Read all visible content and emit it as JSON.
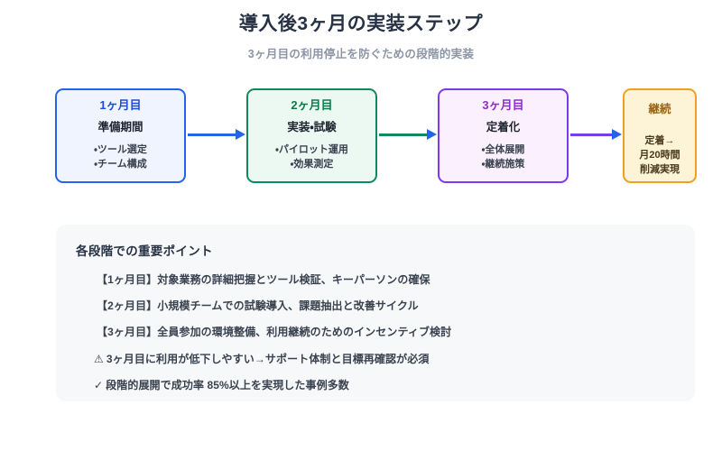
{
  "header": {
    "title": "導入後3ヶ月の実装ステップ",
    "subtitle": "3ヶ月目の利用停止を防ぐための段階的実装"
  },
  "stages": [
    {
      "id": "month-1",
      "title": "1ヶ月目",
      "subtitle": "準備期間",
      "bullets": "・ツール選定\n・チーム構成",
      "accent": "#1d4ed8",
      "border": "#2563eb",
      "fill": "#eff4fe"
    },
    {
      "id": "month-2",
      "title": "2ヶ月目",
      "subtitle": "実装・試験",
      "bullets": "・パイロット運用\n・効果測定",
      "accent": "#0b7a4f",
      "border": "#0f8a5f",
      "fill": "#ecf8f2"
    },
    {
      "id": "month-3",
      "title": "3ヶ月目",
      "subtitle": "定着化",
      "bullets": "・全体展開\n・継続施策",
      "accent": "#8b2fd0",
      "border": "#7c3aed",
      "fill": "#fbf0fd"
    },
    {
      "id": "continuation",
      "title": "継続",
      "subtitle": "",
      "bullets": "定着→\n月20時間\n削減実現",
      "accent": "#9a6313",
      "border": "#f0a020",
      "fill": "#fdf3d7"
    }
  ],
  "connectors": [
    {
      "id": "arrow-1",
      "line_color": "#2563eb",
      "head_color": "#2563eb"
    },
    {
      "id": "arrow-2",
      "line_color": "#0f8a5f",
      "head_color": "#2563eb"
    },
    {
      "id": "arrow-3",
      "line_color": "#7c3aed",
      "head_color": "#2563eb"
    }
  ],
  "points": {
    "heading": "各段階での重要ポイント",
    "items": [
      {
        "mark": "",
        "text": "【1ヶ月目】対象業務の詳細把握とツール検証、キーパーソンの確保"
      },
      {
        "mark": "",
        "text": "【2ヶ月目】小規模チームでの試験導入、課題抽出と改善サイクル"
      },
      {
        "mark": "",
        "text": "【3ヶ月目】全員参加の環境整備、利用継続のためのインセンティブ検討"
      },
      {
        "mark": "⚠",
        "text": "3ヶ月目に利用が低下しやすい→サポート体制と目標再確認が必須"
      },
      {
        "mark": "✓",
        "text": "段階的展開で成功率 85%以上を実現した事例多数"
      }
    ]
  }
}
